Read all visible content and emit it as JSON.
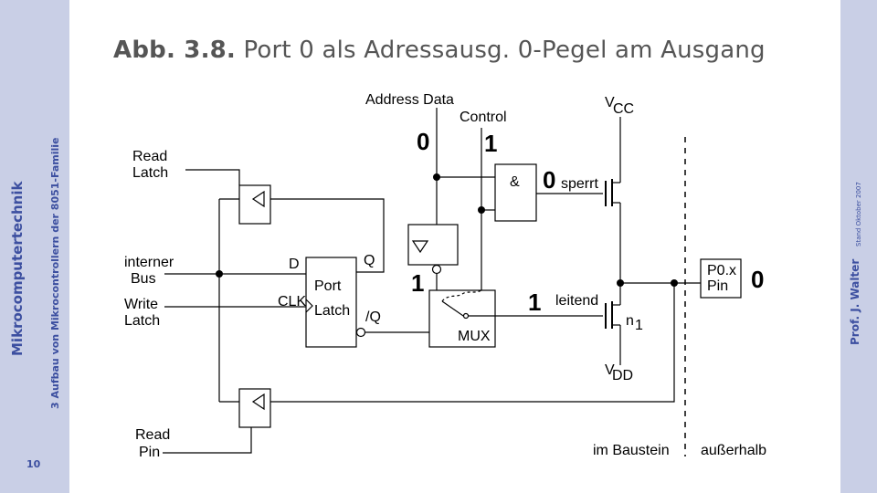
{
  "sidebar": {
    "course": "Mikrocomputertechnik",
    "chapter": "3 Aufbau von Mikrocontrollern der 8051-Familie",
    "page_number": "10",
    "author": "Prof. J. Walter",
    "date": "Stand Oktober 2007"
  },
  "title": {
    "figure": "Abb. 3.8.",
    "text": "Port 0 als Adressausg. 0-Pegel am Ausgang"
  },
  "diagram": {
    "labels": {
      "address_data": "Address Data",
      "control": "Control",
      "read_latch_1": "Read",
      "read_latch_2": "Latch",
      "interner_bus_1": "interner",
      "interner_bus_2": "Bus",
      "write_latch_1": "Write",
      "write_latch_2": "Latch",
      "read_pin_1": "Read",
      "read_pin_2": "Pin",
      "d": "D",
      "q": "Q",
      "clk": "CLK",
      "nq": "/Q",
      "port_latch_1": "Port",
      "port_latch_2": "Latch",
      "and_symbol": "&",
      "mux": "MUX",
      "vcc_v": "V",
      "vcc_sub": "CC",
      "vdd_v": "V",
      "vdd_sub": "DD",
      "sperrt": "sperrt",
      "leitend": "leitend",
      "n_label": "n",
      "n_sub": "1",
      "pin_1": "P0.x",
      "pin_2": "Pin",
      "im_baustein": "im Baustein",
      "ausserhalb": "außerhalb"
    },
    "levels": {
      "address_data": "0",
      "control": "1",
      "and_out": "0",
      "not_out": "1",
      "mux_out": "1",
      "pin": "0"
    }
  }
}
